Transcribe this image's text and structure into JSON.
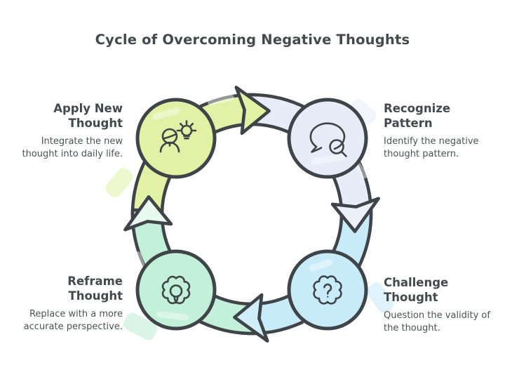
{
  "title": "Cycle of Overcoming Negative Thoughts",
  "colors": {
    "background": "#ffffff",
    "outline": "#3f4448",
    "text_heading": "#45494d",
    "text_body": "#4d5257",
    "arrow_top_fill": "#e3f2a4",
    "arrow_right_fill": "#edf0fb",
    "arrow_bottom_fill": "#cfeefa",
    "arrow_left_fill": "#e9faf1"
  },
  "steps": [
    {
      "id": "apply-new-thought",
      "title_lines": [
        "Apply New",
        "Thought"
      ],
      "desc_lines": [
        "Integrate the new",
        "thought into daily life."
      ],
      "icon": "person-lightbulb-icon",
      "color": "#e2f1a5"
    },
    {
      "id": "recognize-pattern",
      "title_lines": [
        "Recognize",
        "Pattern"
      ],
      "desc_lines": [
        "Identify the negative",
        "thought pattern."
      ],
      "icon": "speech-bubble-magnifier-icon",
      "color": "#e7ecf9"
    },
    {
      "id": "challenge-thought",
      "title_lines": [
        "Challenge",
        "Thought"
      ],
      "desc_lines": [
        "Question the validity of",
        "the thought."
      ],
      "icon": "thought-cloud-question-icon",
      "color": "#c8ebfa"
    },
    {
      "id": "reframe-thought",
      "title_lines": [
        "Reframe",
        "Thought"
      ],
      "desc_lines": [
        "Replace with a more",
        "accurate perspective."
      ],
      "icon": "gear-lightbulb-icon",
      "color": "#c3f0d9"
    }
  ]
}
